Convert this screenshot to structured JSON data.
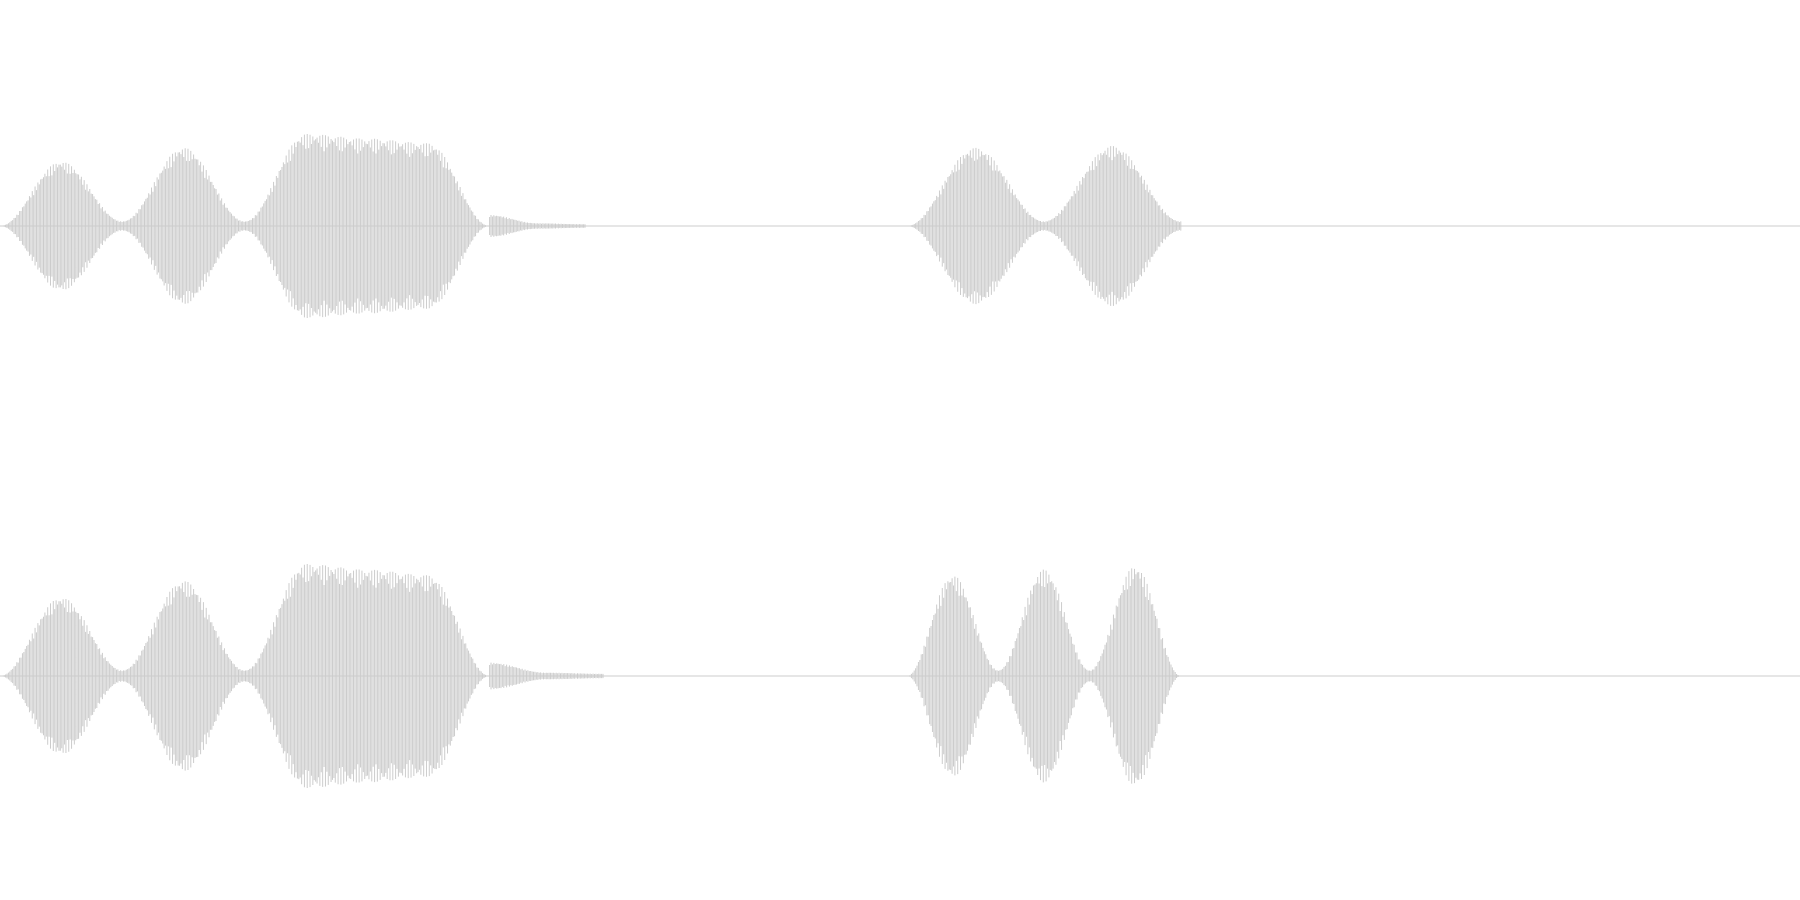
{
  "waveform": {
    "color": "#cccccc",
    "background": "#ffffff",
    "duration_fraction_total": 1.0,
    "channels": [
      {
        "name": "",
        "segments": [
          {
            "start": 0.0,
            "end": 0.272,
            "envelope": [
              0.0,
              0.7,
              0.05,
              0.85,
              0.05,
              1.0,
              0.95,
              0.9,
              0.0
            ]
          },
          {
            "start": 0.272,
            "end": 0.325,
            "envelope": [
              0.12,
              0.03,
              0.02
            ]
          },
          {
            "start": 0.504,
            "end": 0.656,
            "envelope": [
              0.0,
              0.85,
              0.05,
              0.87,
              0.05
            ]
          }
        ]
      },
      {
        "name": "",
        "segments": [
          {
            "start": 0.0,
            "end": 0.272,
            "envelope": [
              0.0,
              0.7,
              0.05,
              0.85,
              0.05,
              1.0,
              0.95,
              0.9,
              0.0
            ]
          },
          {
            "start": 0.272,
            "end": 0.335,
            "envelope": [
              0.12,
              0.03,
              0.02
            ]
          },
          {
            "start": 0.504,
            "end": 0.656,
            "envelope": [
              0.0,
              0.9,
              0.05,
              0.95,
              0.05,
              0.98,
              0.0
            ]
          }
        ]
      }
    ]
  }
}
